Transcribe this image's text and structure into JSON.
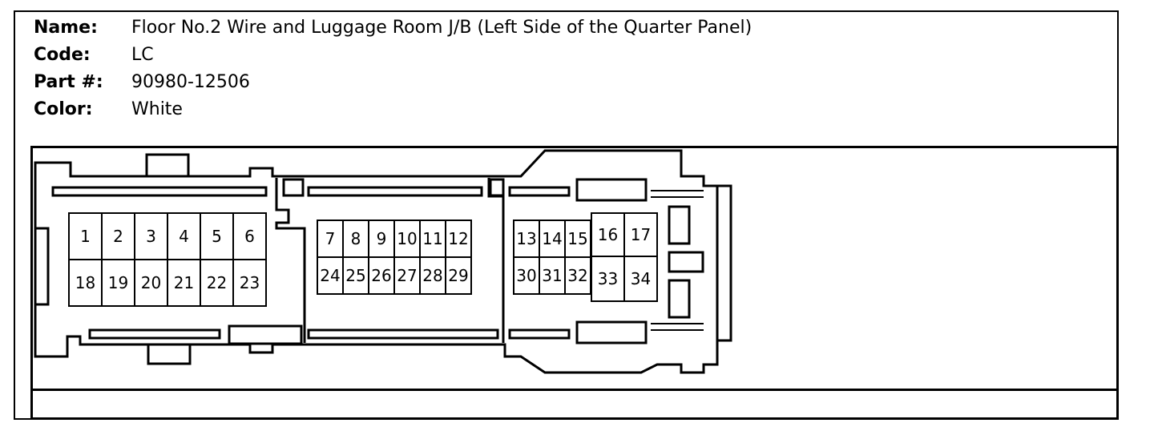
{
  "info": {
    "name_label": "Name:",
    "name_value": "Floor No.2 Wire and Luggage Room J/B (Left Side of the Quarter Panel)",
    "code_label": "Code:",
    "code_value": "LC",
    "part_label": "Part #:",
    "part_value": "90980-12506",
    "color_label": "Color:",
    "color_value": "White"
  },
  "pins": [
    "1",
    "2",
    "3",
    "4",
    "5",
    "6",
    "7",
    "8",
    "9",
    "10",
    "11",
    "12",
    "13",
    "14",
    "15",
    "16",
    "17",
    "18",
    "19",
    "20",
    "21",
    "22",
    "23",
    "24",
    "25",
    "26",
    "27",
    "28",
    "29",
    "30",
    "31",
    "32",
    "33",
    "34"
  ]
}
